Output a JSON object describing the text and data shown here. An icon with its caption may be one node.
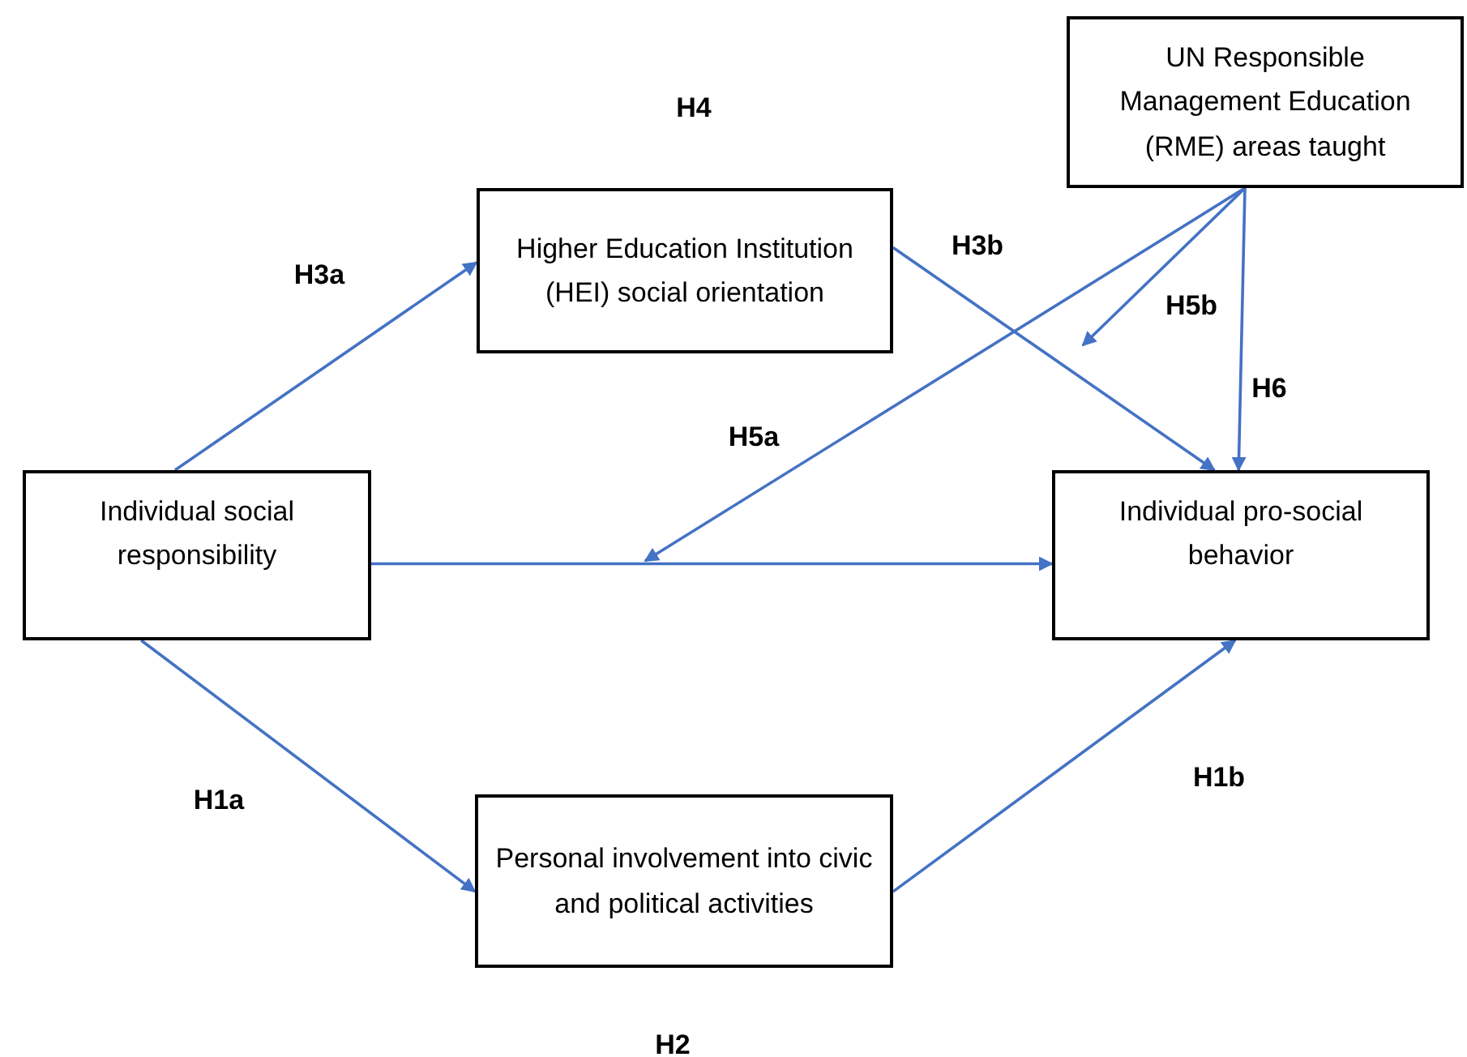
{
  "diagram": {
    "nodes": [
      {
        "text": [
          "UN Responsible Management Education (RME) areas taught"
        ]
      },
      {
        "text": [
          "Higher Education Institution (HEI) social orientation"
        ]
      },
      {
        "text": [
          "Individual social responsibility"
        ]
      },
      {
        "text": [
          "Individual pro-social behavior"
        ]
      },
      {
        "text": [
          "Personal involvement into civic and political activities"
        ]
      }
    ],
    "edges": [
      {
        "from": 2,
        "to": 1,
        "arrow": "to"
      },
      {
        "from": 1,
        "to": 3,
        "arrow": "to"
      },
      {
        "from": 2,
        "to": 3,
        "arrow": "to"
      },
      {
        "from": 2,
        "to": 4,
        "arrow": "to"
      },
      {
        "from": 4,
        "to": 3,
        "arrow": "to"
      },
      {
        "from": 0,
        "to": 3,
        "arrow": "to"
      },
      {
        "from": 0,
        "to": null,
        "arrow": "to"
      },
      {
        "from": 0,
        "to": null,
        "arrow": "to"
      }
    ],
    "labels": [
      "H4",
      "H3a",
      "H3b",
      "H5b",
      "H6",
      "H5a",
      "H1a",
      "H1b",
      "H2"
    ]
  }
}
